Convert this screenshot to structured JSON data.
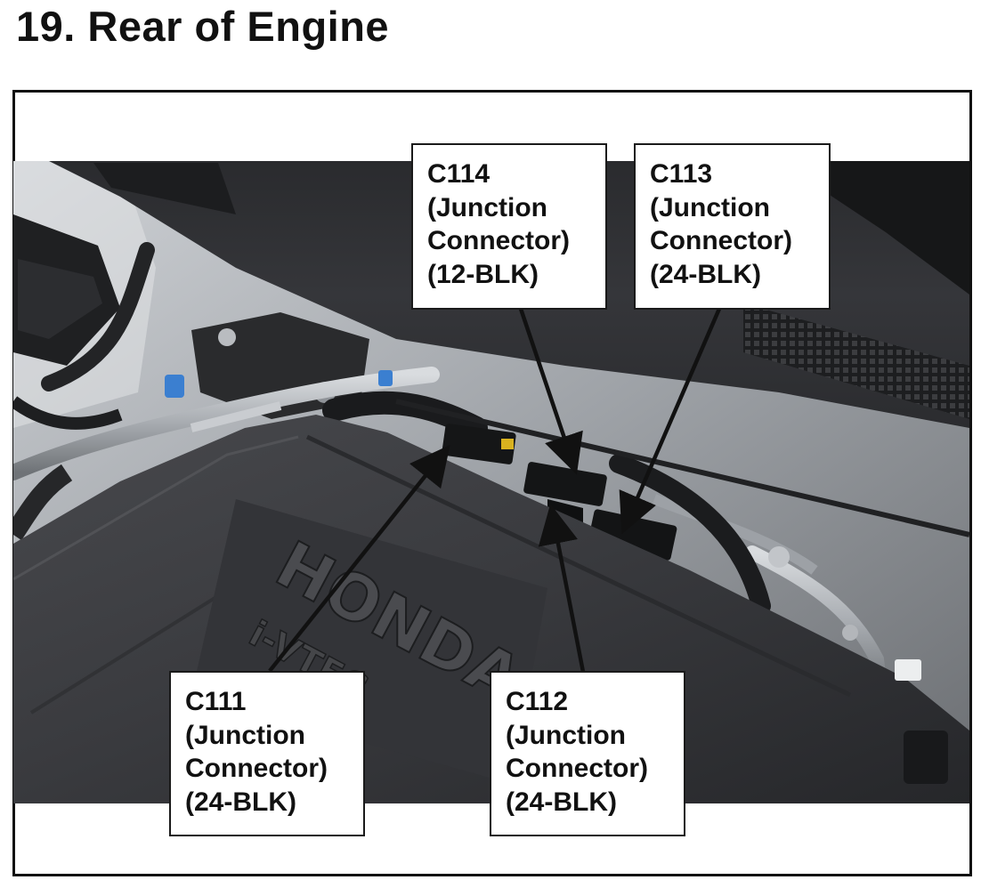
{
  "page": {
    "title": "19.  Rear of Engine"
  },
  "photo": {
    "cover_emblem": "HONDA",
    "cover_subtext": "i-VTEC"
  },
  "callouts": [
    {
      "id": "c114",
      "lines": [
        "C114",
        "(Junction",
        "Connector)",
        "(12-BLK)"
      ]
    },
    {
      "id": "c113",
      "lines": [
        "C113",
        "(Junction",
        "Connector)",
        "(24-BLK)"
      ]
    },
    {
      "id": "c111",
      "lines": [
        "C111",
        "(Junction",
        "Connector)",
        "(24-BLK)"
      ]
    },
    {
      "id": "c112",
      "lines": [
        "C112",
        "(Junction",
        "Connector)",
        "(24-BLK)"
      ]
    }
  ],
  "colors": {
    "frame": "#111111",
    "leader": "#111111",
    "engine_cover": "#3a3b3e",
    "cowl_panel": "#2f3033",
    "blue_cap": "#3b7fd0"
  }
}
